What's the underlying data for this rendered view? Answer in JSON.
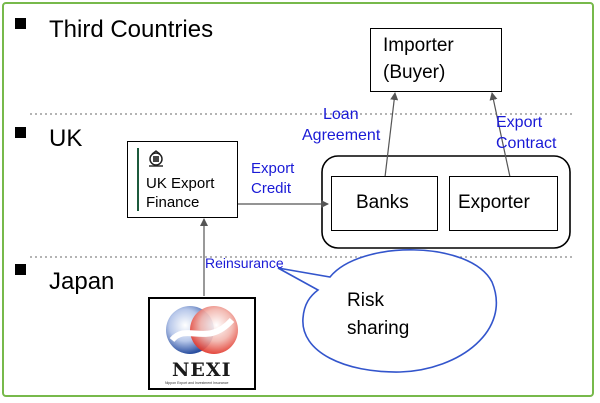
{
  "sections": {
    "third_countries": "Third Countries",
    "uk": "UK",
    "japan": "Japan"
  },
  "importer": {
    "line1": "Importer",
    "line2": "(Buyer)"
  },
  "ukef": {
    "line1": "UK Export",
    "line2": "Finance"
  },
  "banks": "Banks",
  "exporter": "Exporter",
  "labels": {
    "loan_line1": "Loan",
    "loan_line2": "Agreement",
    "export_contract_line1": "Export",
    "export_contract_line2": "Contract",
    "export_credit_line1": "Export",
    "export_credit_line2": "Credit",
    "reinsurance": "Reinsurance"
  },
  "risk_sharing": {
    "line1": "Risk",
    "line2": "sharing"
  },
  "nexi": {
    "logo_text": "NEXI",
    "tagline": "Nippon Export and Investment Insurance"
  },
  "colors": {
    "frame": "#77b94b",
    "label_blue": "#1a1ad6",
    "callout_stroke": "#3355cc",
    "nexi_red": "#e23a2e",
    "nexi_blue": "#2a4fa0"
  }
}
